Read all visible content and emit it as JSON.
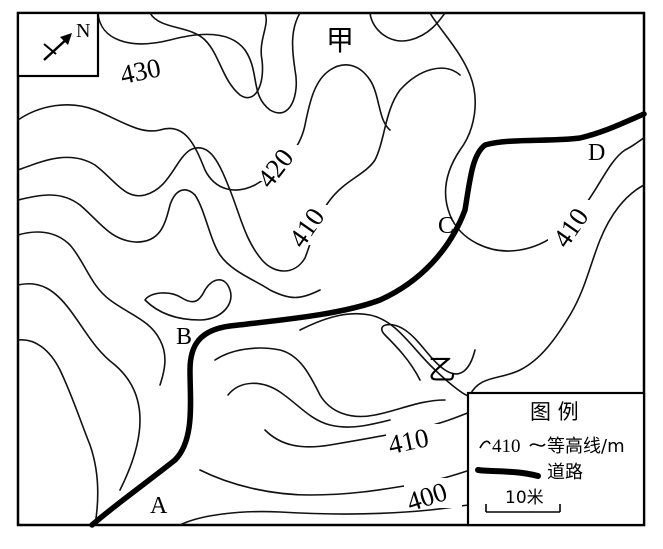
{
  "map": {
    "north_label": "N",
    "area_labels": {
      "jia": "甲",
      "yi": "乙"
    },
    "contour_labels": {
      "c430": "430",
      "c420": "420",
      "c410_upper": "410",
      "c410_right": "410",
      "c410_lower": "410",
      "c400": "400"
    },
    "points": {
      "A": "A",
      "B": "B",
      "C": "C",
      "D": "D"
    },
    "colors": {
      "line": "#111111",
      "background": "#ffffff"
    }
  },
  "legend": {
    "title": "图 例",
    "contour_value": "410",
    "contour_label": "等高线/m",
    "road_label": "道路",
    "scale_label": "10米"
  }
}
